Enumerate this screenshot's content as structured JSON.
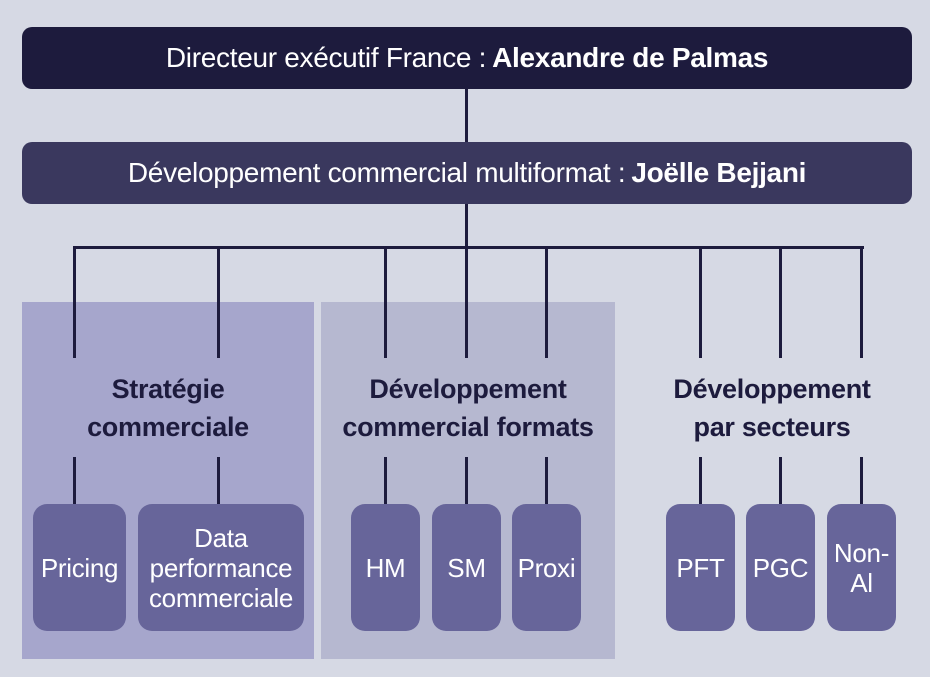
{
  "executive": {
    "role": "Directeur exécutif France :",
    "name": "Alexandre de Palmas"
  },
  "commercial_head": {
    "role": "Développement commercial multiformat :",
    "name": "Joëlle Bejjani"
  },
  "groups": [
    {
      "title_lines": [
        "Stratégie",
        "commerciale"
      ],
      "children": [
        {
          "label_lines": [
            "Pricing"
          ]
        },
        {
          "label_lines": [
            "Data",
            "performance",
            "commerciale"
          ]
        }
      ]
    },
    {
      "title_lines": [
        "Développement",
        "commercial formats"
      ],
      "children": [
        {
          "label_lines": [
            "HM"
          ]
        },
        {
          "label_lines": [
            "SM"
          ]
        },
        {
          "label_lines": [
            "Proxi"
          ]
        }
      ]
    },
    {
      "title_lines": [
        "Développement",
        "par secteurs"
      ],
      "children": [
        {
          "label_lines": [
            "PFT"
          ]
        },
        {
          "label_lines": [
            "PGC"
          ]
        },
        {
          "label_lines": [
            "Non-",
            "Al"
          ]
        }
      ]
    }
  ],
  "colors": {
    "background": "#d6d9e4",
    "executive_bar": "#1d1b3d",
    "head_bar": "#3a385e",
    "panel_strategy": "#a6a6cc",
    "panel_formats": "#b6b8d0",
    "child_box": "#67659a",
    "connector": "#1d1b3d"
  }
}
